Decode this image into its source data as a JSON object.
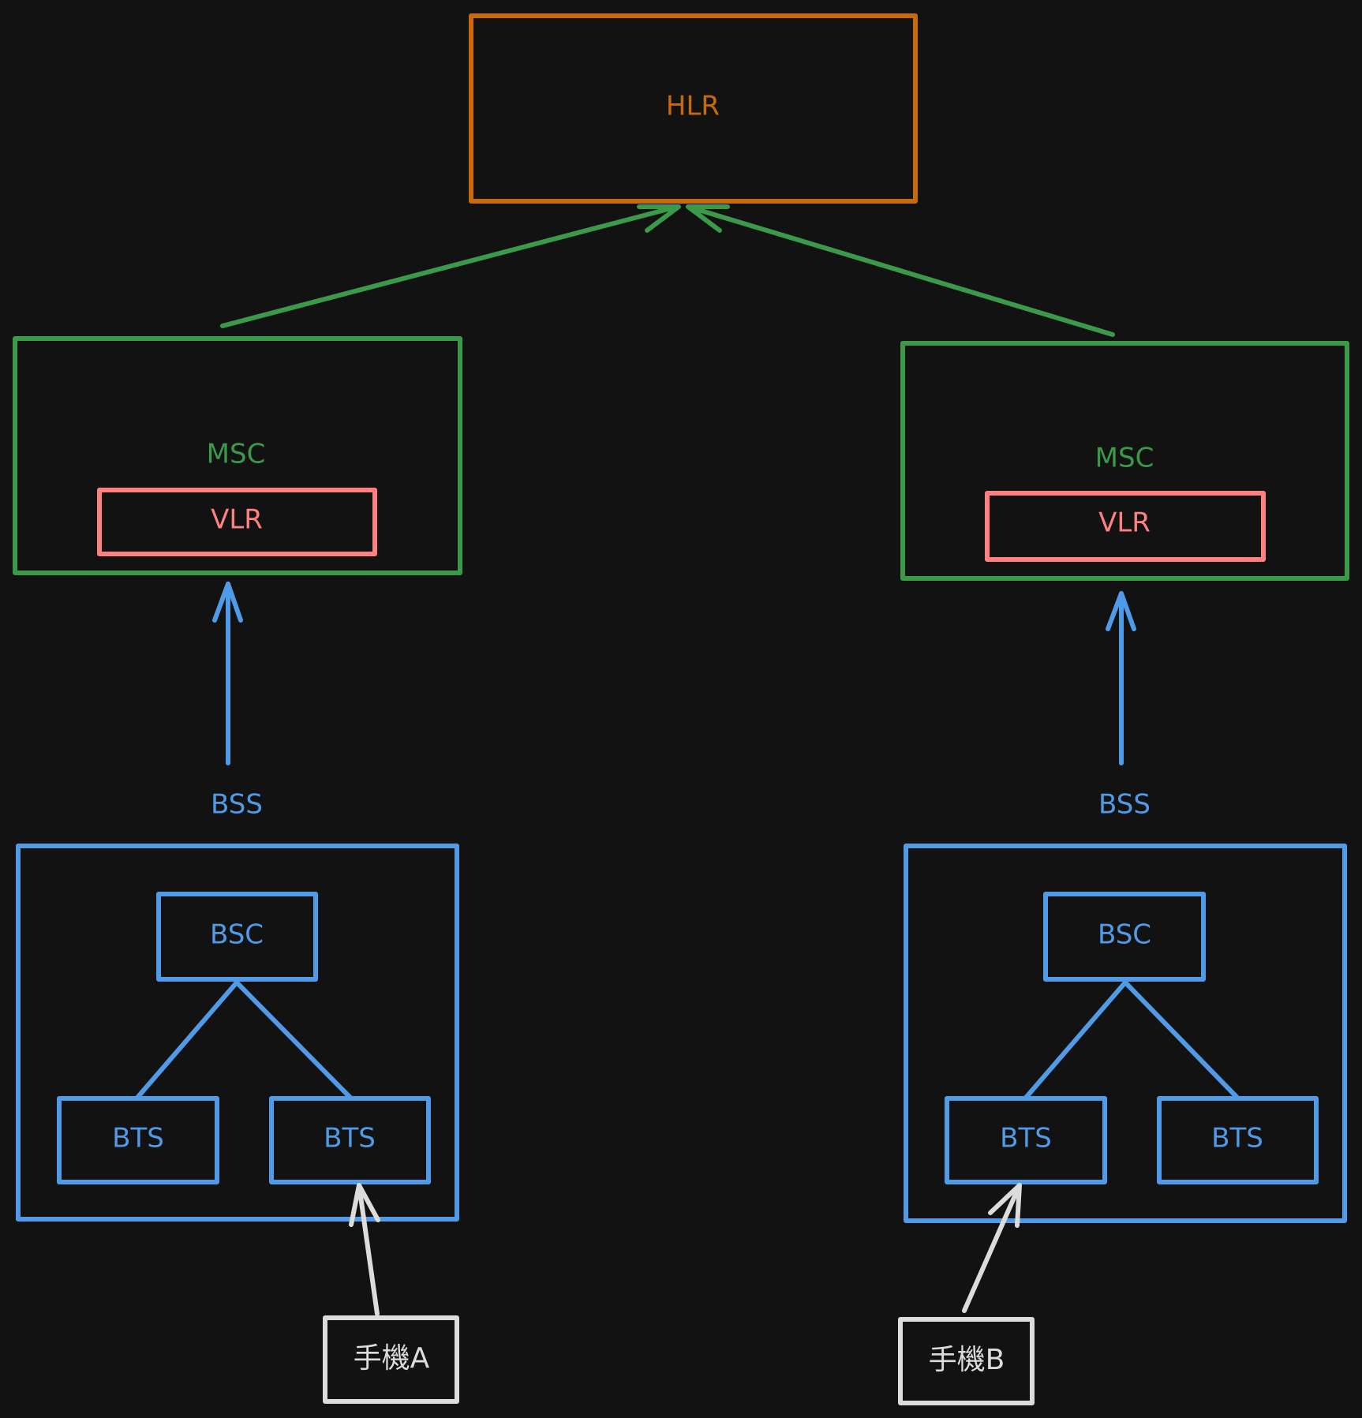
{
  "colors": {
    "background": "#121212",
    "hlr": "#c86a0a",
    "msc": "#3a9a4a",
    "vlr": "#ff8080",
    "bss": "#4f9be8",
    "phone": "#dcdcdc"
  },
  "nodes": {
    "hlr": "HLR",
    "msc_left": "MSC",
    "vlr_left": "VLR",
    "msc_right": "MSC",
    "vlr_right": "VLR",
    "bss_left_label": "BSS",
    "bss_right_label": "BSS",
    "bsc_left": "BSC",
    "bsc_right": "BSC",
    "bts_left_1": "BTS",
    "bts_left_2": "BTS",
    "bts_right_1": "BTS",
    "bts_right_2": "BTS",
    "phone_a": "手機A",
    "phone_b": "手機B"
  },
  "edges": [
    {
      "from": "msc_left",
      "to": "hlr",
      "arrow": true
    },
    {
      "from": "msc_right",
      "to": "hlr",
      "arrow": true
    },
    {
      "from": "bss_left",
      "to": "vlr_left",
      "arrow": true
    },
    {
      "from": "bss_right",
      "to": "vlr_right",
      "arrow": true
    },
    {
      "from": "bsc_left",
      "to": "bts_left_1",
      "arrow": false
    },
    {
      "from": "bsc_left",
      "to": "bts_left_2",
      "arrow": false
    },
    {
      "from": "bsc_right",
      "to": "bts_right_1",
      "arrow": false
    },
    {
      "from": "bsc_right",
      "to": "bts_right_2",
      "arrow": false
    },
    {
      "from": "phone_a",
      "to": "bts_left_2",
      "arrow": true
    },
    {
      "from": "phone_b",
      "to": "bts_right_1",
      "arrow": true
    }
  ]
}
